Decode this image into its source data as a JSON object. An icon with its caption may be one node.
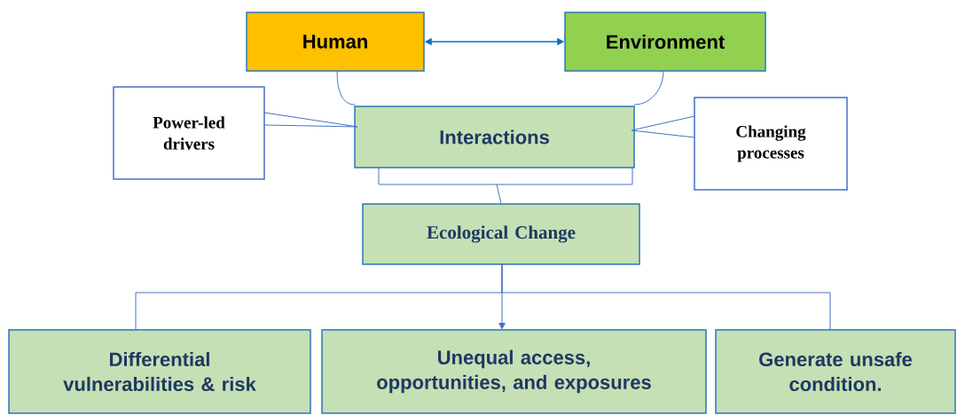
{
  "diagram": {
    "nodes": [
      {
        "text": [
          "Human"
        ]
      },
      {
        "text": [
          "Environment"
        ]
      },
      {
        "text": [
          "Power-led drivers"
        ]
      },
      {
        "text": [
          "Interactions"
        ]
      },
      {
        "text": [
          "Changing processes"
        ]
      },
      {
        "text": [
          "Ecological Change"
        ]
      },
      {
        "text": [
          "Differential vulnerabilities & risk"
        ]
      },
      {
        "text": [
          "Unequal access, opportunities, and exposures"
        ]
      },
      {
        "text": [
          "Generate unsafe condition."
        ]
      }
    ],
    "edges": [
      {
        "from": 0,
        "to": 1,
        "arrow": "both",
        "color": "#0070c0"
      },
      {
        "from": 0,
        "to": 3,
        "arrow": "none"
      },
      {
        "from": 1,
        "to": 3,
        "arrow": "none"
      },
      {
        "from": 2,
        "to": 3,
        "arrow": "none"
      },
      {
        "from": 4,
        "to": 3,
        "arrow": "none"
      },
      {
        "from": 3,
        "to": 5,
        "arrow": "none"
      },
      {
        "from": 5,
        "to": 6,
        "arrow": "none"
      },
      {
        "from": 5,
        "to": 7,
        "arrow": "to"
      },
      {
        "from": 5,
        "to": 8,
        "arrow": "none"
      }
    ]
  }
}
